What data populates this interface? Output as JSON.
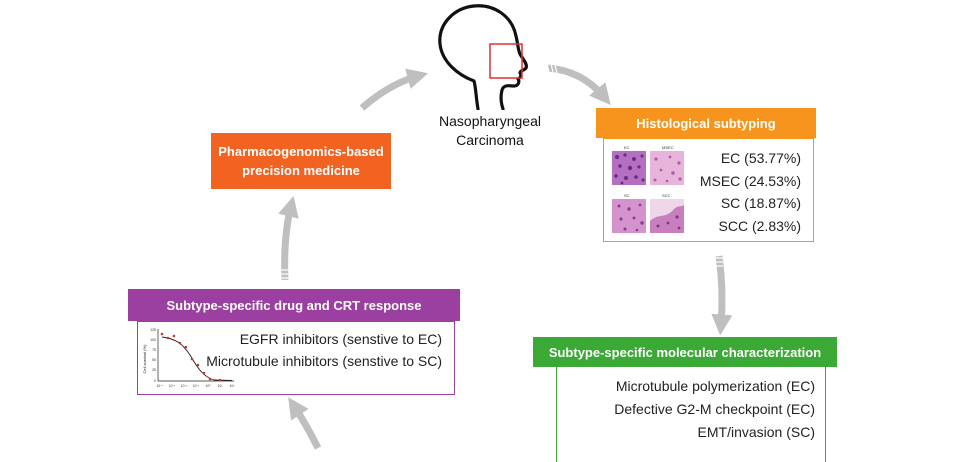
{
  "center": {
    "line1": "Nasopharyngeal",
    "line2": "Carcinoma",
    "highlight_color": "#e03030"
  },
  "pharmacogenomics": {
    "line1": "Pharmacogenomics-based",
    "line2": "precision medicine",
    "color": "#f26322"
  },
  "histology": {
    "title": "Histological subtyping",
    "color": "#f7941d",
    "subtypes": [
      "EC (53.77%)",
      "MSEC (24.53%)",
      "SC (18.87%)",
      "SCC (2.83%)"
    ],
    "tile_labels": [
      "EC",
      "MSEC",
      "SC",
      "SCC"
    ]
  },
  "drug_response": {
    "title": "Subtype-specific drug and CRT response",
    "color": "#9b3fa0",
    "items": [
      "EGFR inhibitors (senstive to EC)",
      "Microtubule inhibitors (senstive to SC)"
    ],
    "plot": {
      "ylabel": "Cell survival (%)",
      "yticks": [
        "125",
        "100",
        "75",
        "50",
        "25",
        "0"
      ],
      "xticks": [
        "10⁻⁴",
        "10⁻³",
        "10⁻²",
        "10⁻¹",
        "10⁰",
        "10¹",
        "10²"
      ]
    }
  },
  "molecular": {
    "title": "Subtype-specific molecular characterization",
    "color": "#3ba935",
    "items": [
      "Microtubule polymerization (EC)",
      "Defective G2-M checkpoint (EC)",
      "EMT/invasion (SC)"
    ]
  },
  "icons": {
    "head": "head-profile-icon",
    "arrow": "curved-arrow-icon"
  },
  "arrow_color": "#bfbfbf"
}
